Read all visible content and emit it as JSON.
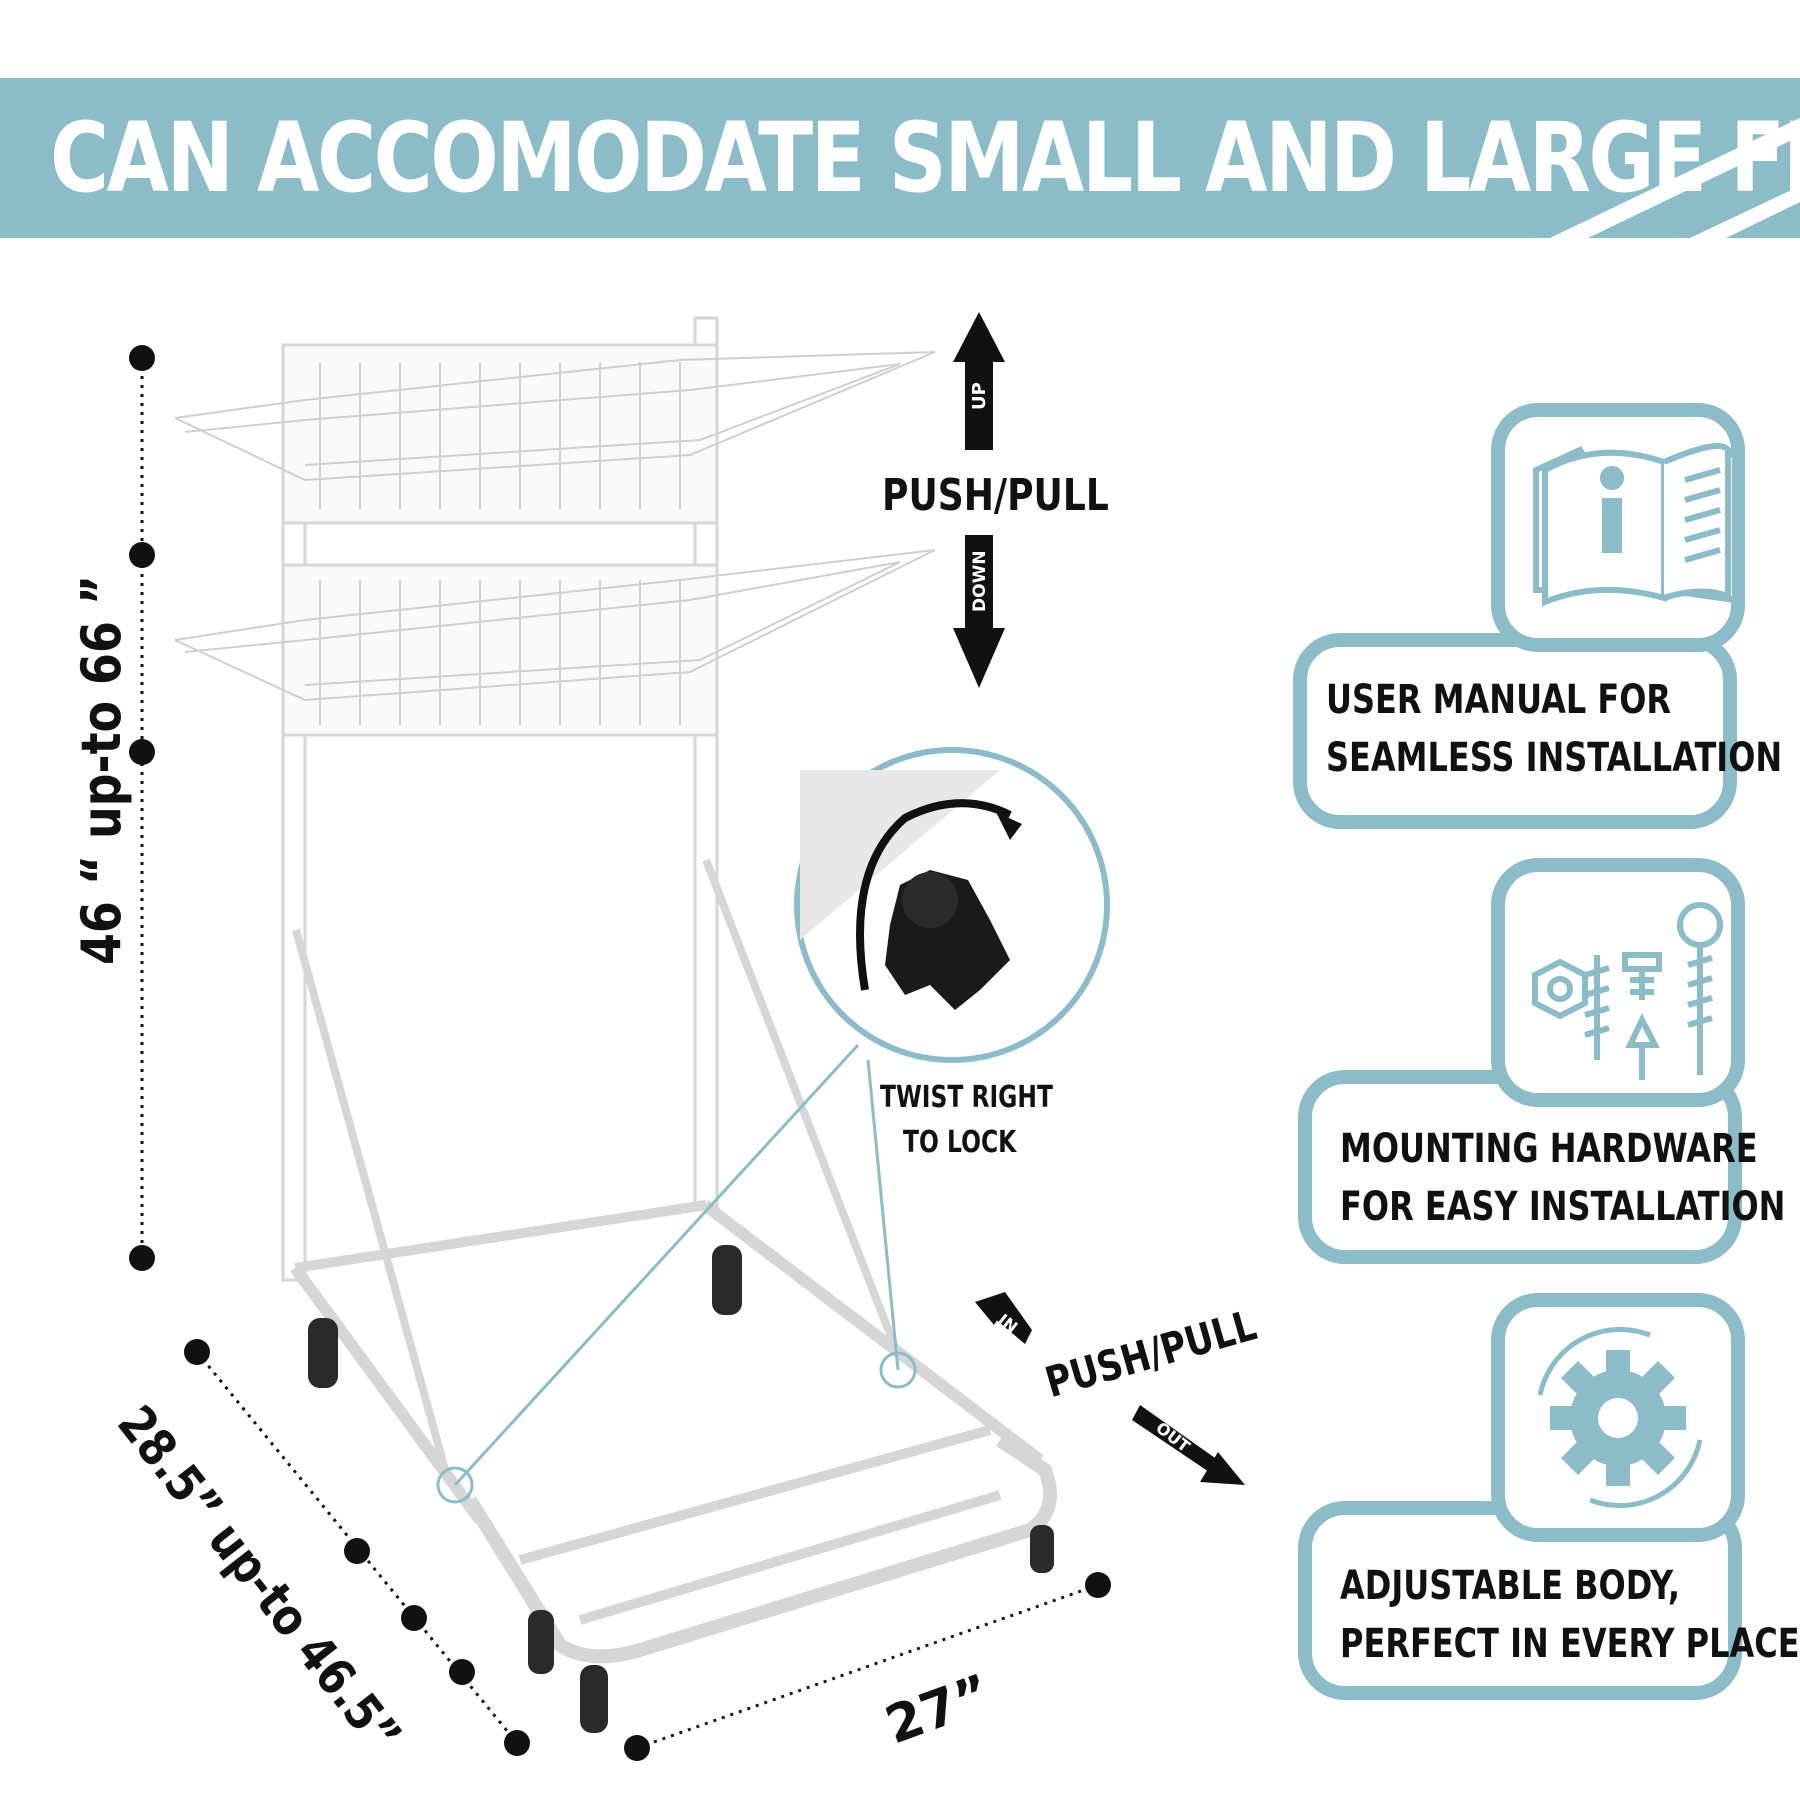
{
  "banner": {
    "title": "CAN ACCOMODATE SMALL AND LARGE FILES",
    "color": "#8bbcc8"
  },
  "dimensions": {
    "height_label": "46 “  up-to  66 ”",
    "depth_label": "28.5”  up-to  46.5”",
    "width_label": "27”"
  },
  "height_arrow": {
    "up": "UP",
    "down": "DOWN",
    "caption": "PUSH/PULL"
  },
  "depth_arrow": {
    "in": "IN",
    "out": "OUT",
    "caption": "PUSH/PULL"
  },
  "knob_callout": {
    "line1": "TWIST RIGHT",
    "line2": "TO LOCK"
  },
  "features": [
    {
      "icon": "book-info-icon",
      "line1": "USER MANUAL FOR",
      "line2": "SEAMLESS INSTALLATION"
    },
    {
      "icon": "hardware-icon",
      "line1": "MOUNTING HARDWARE",
      "line2": "FOR  EASY INSTALLATION"
    },
    {
      "icon": "gear-cycle-icon",
      "line1": "ADJUSTABLE BODY,",
      "line2": "PERFECT IN EVERY PLACE"
    }
  ],
  "colors": {
    "accent": "#8bbcc8",
    "border": "#8bbcc8",
    "text": "#111111"
  }
}
